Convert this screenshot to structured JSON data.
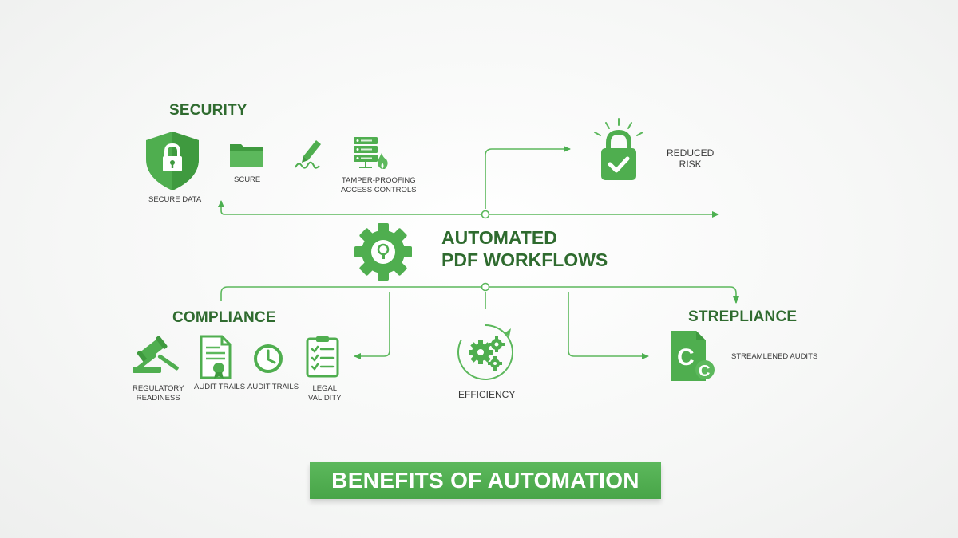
{
  "title": {
    "line1": "AUTOMATED",
    "line2": "PDF WORKFLOWS"
  },
  "security": {
    "heading": "SECURITY",
    "items": [
      {
        "label": "SECURE DATA",
        "icon": "shield-lock-icon"
      },
      {
        "label": "SCURE",
        "icon": "folder-icon"
      },
      {
        "label": "",
        "icon": "signature-pen-icon"
      },
      {
        "label_line1": "TAMPER-PROOFING",
        "label_line2": "ACCESS CONTROLS",
        "icon": "server-fire-icon"
      }
    ]
  },
  "reduced_risk": {
    "line1": "REDUCED",
    "line2": "RISK",
    "icon": "padlock-check-icon"
  },
  "compliance": {
    "heading": "COMPLIANCE",
    "items": [
      {
        "label_line1": "REGULATORY",
        "label_line2": "READINESS",
        "icon": "gavel-icon"
      },
      {
        "label": "AUDIT TRAILS",
        "icon": "certificate-document-icon"
      },
      {
        "label": "AUDIT TRAILS",
        "icon": "clock-icon"
      },
      {
        "label_line1": "LEGAL",
        "label_line2": "VALIDITY",
        "icon": "checklist-icon"
      }
    ]
  },
  "efficiency": {
    "label": "EFFICIENCY",
    "icon": "gears-icon"
  },
  "strepliance": {
    "heading": "STREPLIANCE",
    "label": "STREAMLENED AUDITS",
    "icon": "document-c-icon"
  },
  "banner": "BENEFITS OF AUTOMATION",
  "colors": {
    "accent": "#4caf50",
    "dark_green": "#2f6b2f",
    "banner": "#52ae52"
  }
}
